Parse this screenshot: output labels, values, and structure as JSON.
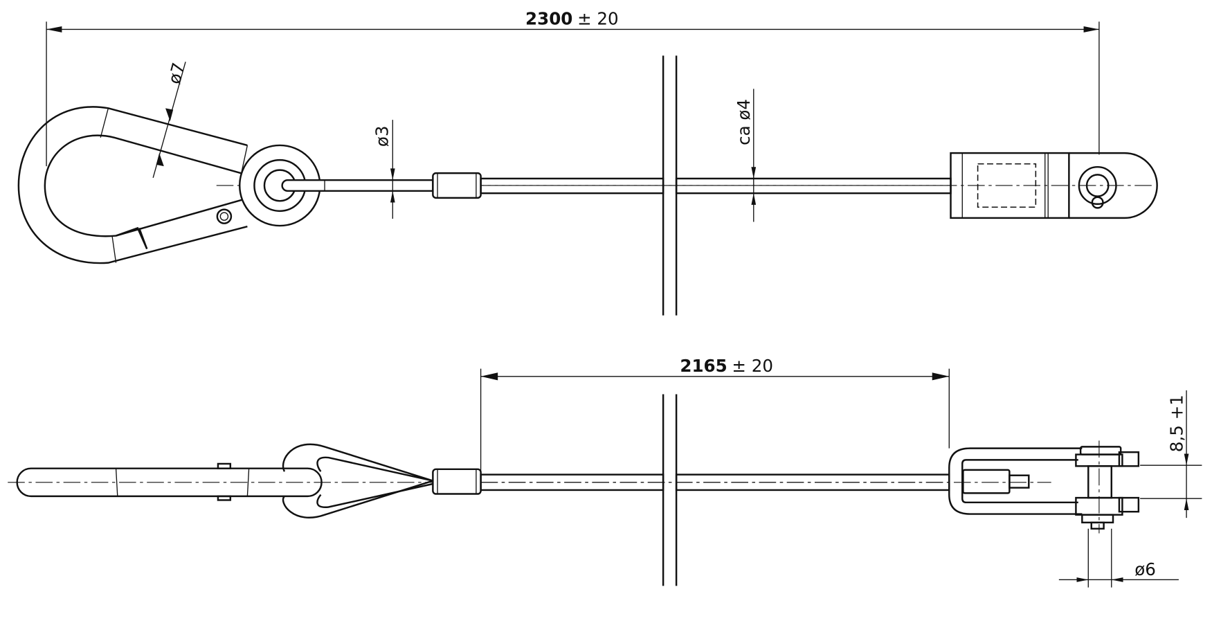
{
  "dimensions": {
    "overall_length": {
      "value": "2300",
      "tolerance": "± 20"
    },
    "cable_length": {
      "value": "2165",
      "tolerance": "± 20"
    },
    "hook_wire_diameter": "ø7",
    "cable_inner_diameter": "ø3",
    "cable_outer_diameter": "ca ø4",
    "fork_gap": "8,5 +1",
    "pin_diameter": "ø6"
  }
}
